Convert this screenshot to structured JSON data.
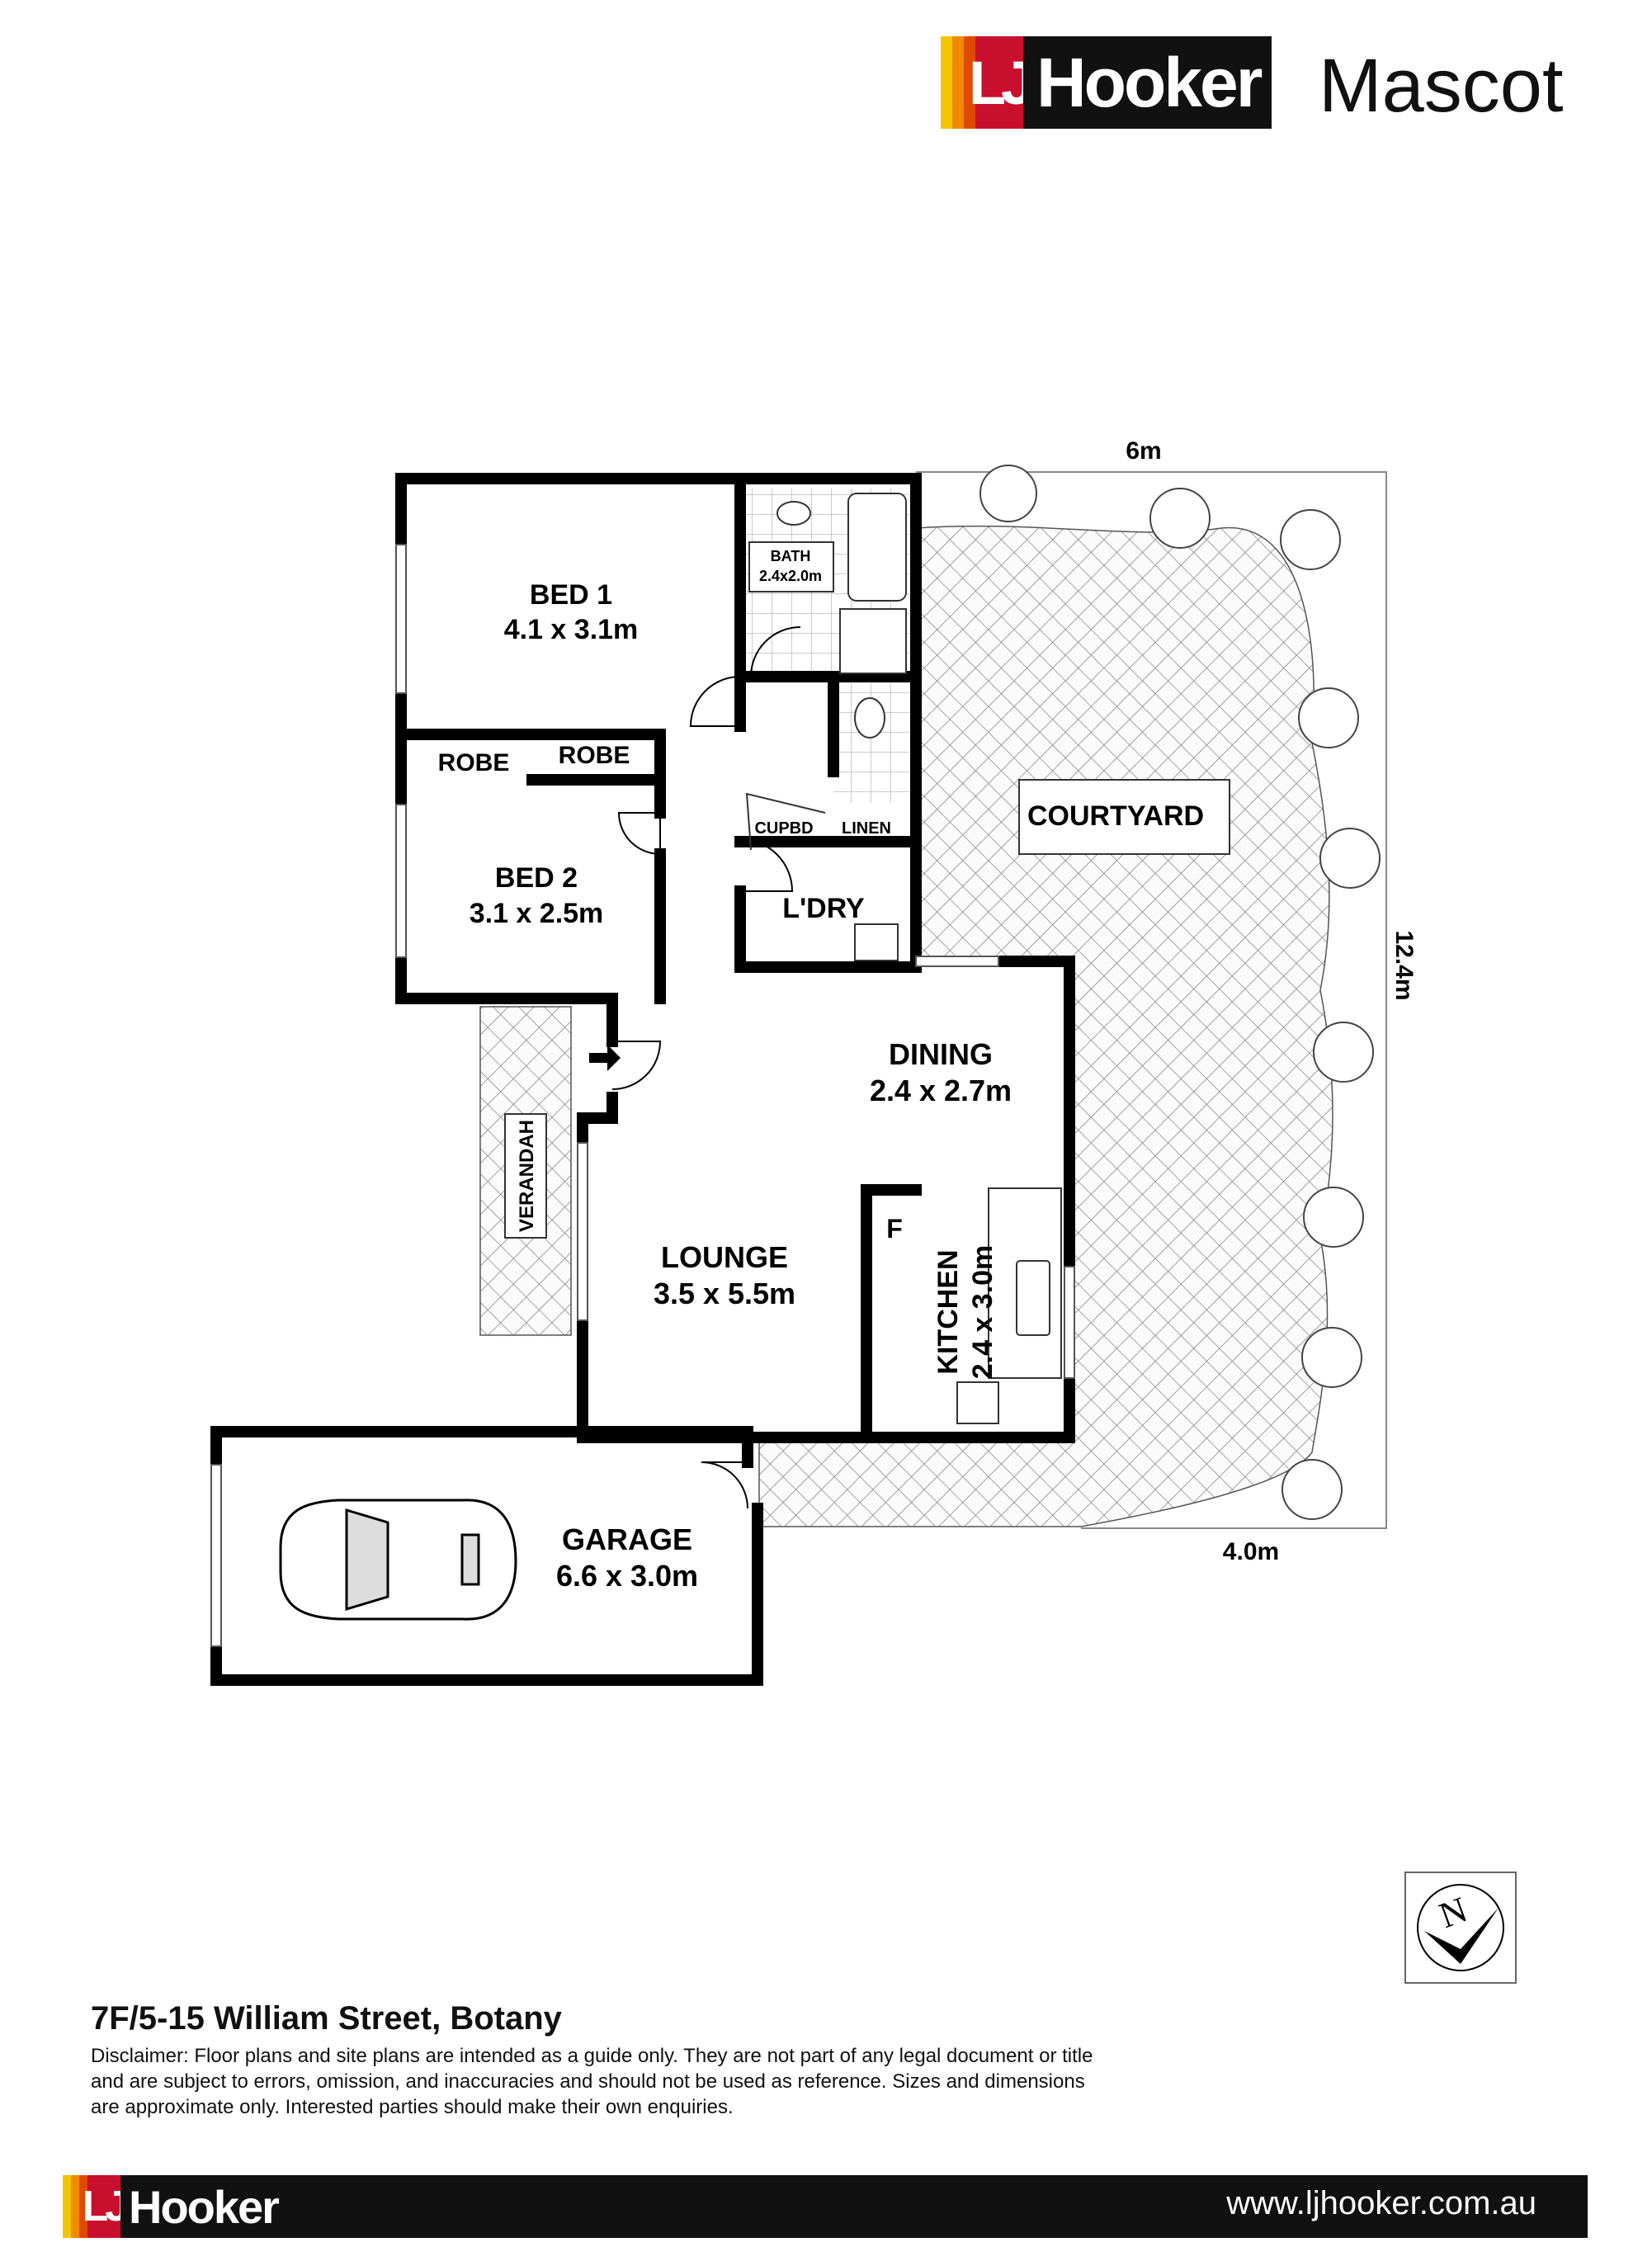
{
  "brand": {
    "logo_lj": "LJ",
    "logo_name": "Hooker",
    "office": "Mascot",
    "stripe_colors": [
      "#f5c400",
      "#f08a00",
      "#e04a00"
    ],
    "red": "#c8102e",
    "black": "#111111"
  },
  "plan": {
    "rooms": {
      "bed1": {
        "name": "BED 1",
        "size": "4.1 x 3.1m"
      },
      "bed2": {
        "name": "BED 2",
        "size": "3.1 x 2.5m"
      },
      "bath": {
        "name": "BATH",
        "size": "2.4x2.0m"
      },
      "robe1": "ROBE",
      "robe2": "ROBE",
      "cupbd": "CUPBD",
      "linen": "LINEN",
      "laundry": "L'DRY",
      "dining": {
        "name": "DINING",
        "size": "2.4 x 2.7m"
      },
      "lounge": {
        "name": "LOUNGE",
        "size": "3.5 x 5.5m"
      },
      "kitchen": {
        "name": "KITCHEN",
        "size": "2.4 x 3.0m"
      },
      "fridge": "F",
      "verandah": "VERANDAH",
      "courtyard": "COURTYARD",
      "garage": {
        "name": "GARAGE",
        "size": "6.6 x 3.0m"
      }
    },
    "dimensions": {
      "top": "6m",
      "right": "12.4m",
      "bottom": "4.0m"
    },
    "compass_label": "N"
  },
  "address": "7F/5-15 William Street, Botany",
  "disclaimer": "Disclaimer: Floor plans and site plans are intended as a guide only. They are not part of any legal document or title and are subject to errors, omission, and inaccuracies and should not be used as reference. Sizes and dimensions are approximate only. Interested parties should make their own enquiries.",
  "footer": {
    "url": "www.ljhooker.com.au"
  }
}
